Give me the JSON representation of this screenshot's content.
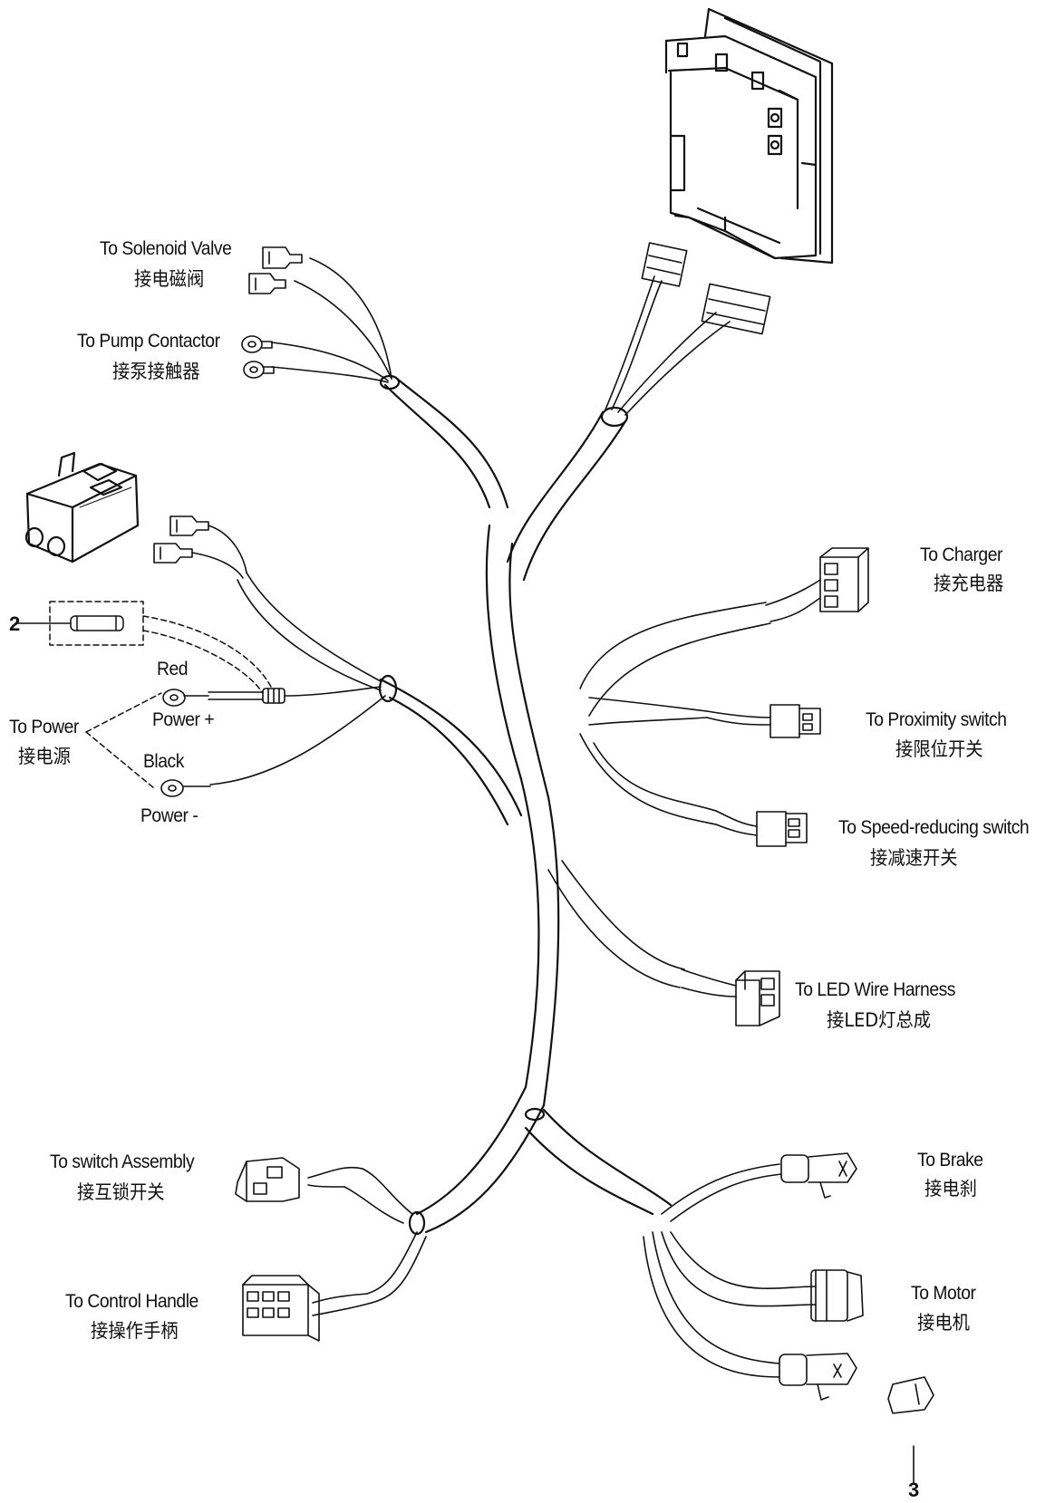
{
  "labels": {
    "solenoid_en": "To Solenoid Valve",
    "solenoid_zh": "接电磁阀",
    "pump_en": "To Pump Contactor",
    "pump_zh": "接泵接触器",
    "charger_en": "To Charger",
    "charger_zh": "接充电器",
    "proximity_en": "To Proximity switch",
    "proximity_zh": "接限位开关",
    "speed_en": "To Speed-reducing switch",
    "speed_zh": "接减速开关",
    "led_en": "To LED Wire Harness",
    "led_zh": "接LED灯总成",
    "switch_en": "To switch Assembly",
    "switch_zh": "接互锁开关",
    "handle_en": "To Control Handle",
    "handle_zh": "接操作手柄",
    "brake_en": "To  Brake",
    "brake_zh": "接电刹",
    "motor_en": "To Motor",
    "motor_zh": "接电机",
    "power_en": "To Power",
    "power_zh": "接电源",
    "red": "Red",
    "power_plus": "Power +",
    "black": "Black",
    "power_minus": "Power -"
  },
  "callouts": {
    "fuse": "2",
    "plug": "3"
  }
}
